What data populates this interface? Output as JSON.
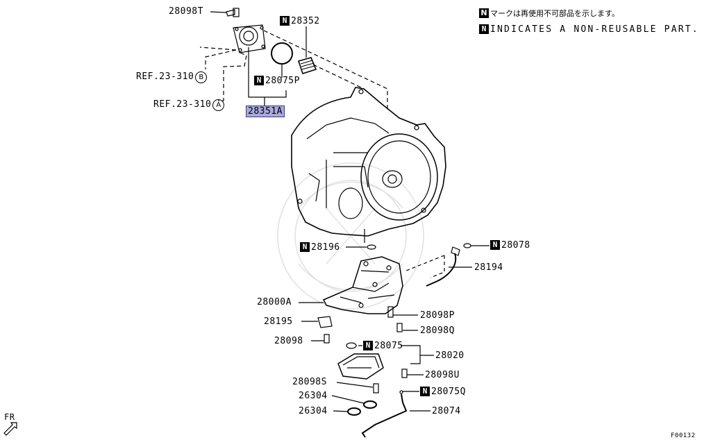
{
  "legend": {
    "symbol": "N",
    "jp_text": "マークは再使用不可部品を示します。",
    "en_text": "INDICATES A NON-REUSABLE PART."
  },
  "references": {
    "ref_b": {
      "text": "REF.23-310",
      "marker": "B"
    },
    "ref_a": {
      "text": "REF.23-310",
      "marker": "A"
    }
  },
  "parts": {
    "p28098T": "28098T",
    "p28352": "28352",
    "p28075P": "28075P",
    "p28351A": "28351A",
    "p28196": "28196",
    "p28078": "28078",
    "p28194": "28194",
    "p28000A": "28000A",
    "p28195": "28195",
    "p28098P": "28098P",
    "p28098Q": "28098Q",
    "p28098": "28098",
    "p28075": "28075",
    "p28020": "28020",
    "p28098S": "28098S",
    "p28098U": "28098U",
    "p26304a": "26304",
    "p28075Q": "28075Q",
    "p26304b": "26304",
    "p28074": "28074"
  },
  "non_reusable_marker": "N",
  "orientation": {
    "label": "FR"
  },
  "figure_code": "F00132",
  "colors": {
    "highlight": "#a9a9e0",
    "highlight_border": "#3b3b8c"
  }
}
